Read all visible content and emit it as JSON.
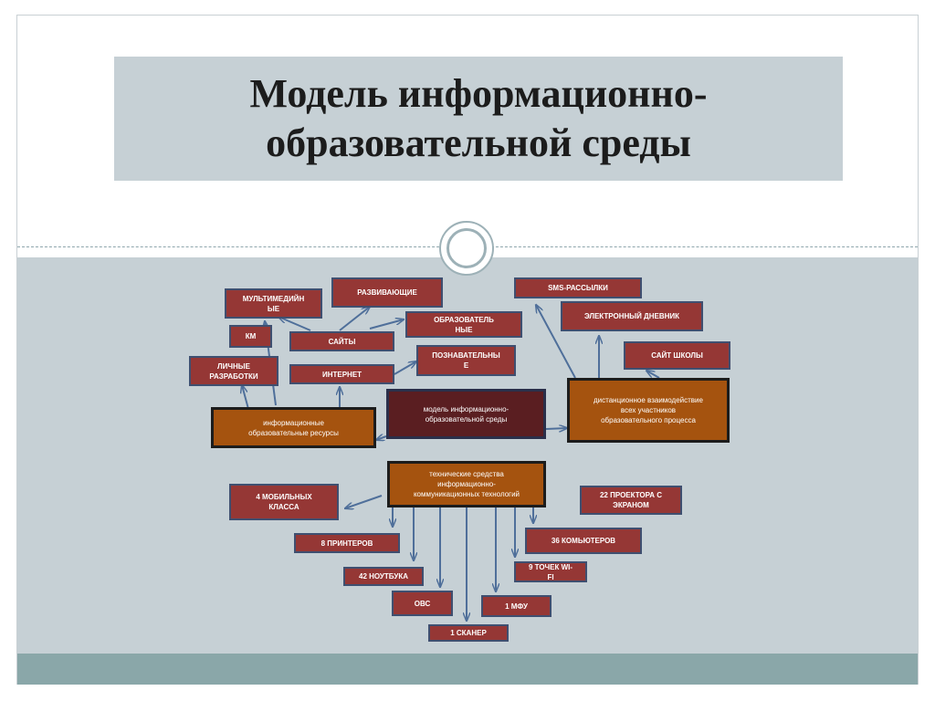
{
  "title": "Модель информационно-\nобразовательной среды",
  "diagram": {
    "nodes": {
      "multimedia": "мультимедийн\nые",
      "developing": "развивающие",
      "sms": "SMS-рассылки",
      "educational": "образователь\nные",
      "km": "км",
      "sites": "сайты",
      "e_diary": "электронный дневник",
      "personal": "личные\nразработки",
      "internet": "интернет",
      "cognitive": "познавательны\nе",
      "school_site": "сайт школы",
      "info_resources": "информационные\nобразовательные ресурсы",
      "model": "модель информационно-\nобразовательной среды",
      "distance": "дистанционное взаимодействие\nвсех участников\nобразовательного процесса",
      "ict": "технические средства\nинформационно-\nкоммуникационных технологий",
      "mobile_classes": "4 мобильных\nкласса",
      "projectors": "22 проектора с\nэкраном",
      "printers": "8 принтеров",
      "computers": "36 комьютеров",
      "wifi": "9 точек wi-\nfi",
      "laptops": "42 ноутбука",
      "ovs": "овс",
      "mfu": "1 мфу",
      "scanner": "1 сканер"
    }
  }
}
